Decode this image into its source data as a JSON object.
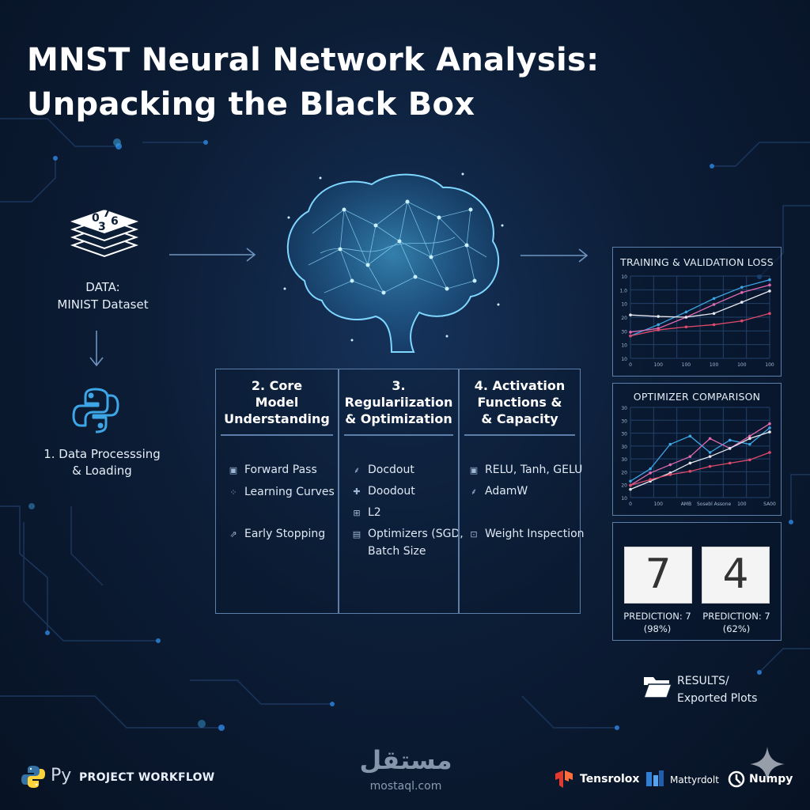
{
  "title": {
    "line1": "MNST Neural Network Analysis:",
    "line2": "Unpacking the Black Box"
  },
  "data_node": {
    "icon": "stacked-digits-icon",
    "digits": [
      "0",
      "7",
      "3",
      "6"
    ],
    "label_line1": "DATA:",
    "label_line2": "MINIST Dataset"
  },
  "step1": {
    "icon": "python-logo-icon",
    "line1": "1. Data Processsing",
    "line2": "& Loading"
  },
  "columns": [
    {
      "head": [
        "2. Core",
        "Model",
        "Understanding"
      ],
      "items": [
        {
          "icon": "forward-pass-icon",
          "text": "Forward Pass"
        },
        {
          "icon": "learning-curves-icon",
          "text": "Learning Curves"
        },
        {
          "icon": "early-stopping-icon",
          "text": "Early Stopping"
        }
      ]
    },
    {
      "head": [
        "3. Regulariization",
        "& Optimization"
      ],
      "items": [
        {
          "icon": "dropout-icon",
          "text": "Docdout"
        },
        {
          "icon": "dropout-plus-icon",
          "text": "Doodout"
        },
        {
          "icon": "l2-icon",
          "text": "L2"
        },
        {
          "icon": "optimizer-icon",
          "text": "Optimizers (SGD,",
          "text2": "Batch Size"
        }
      ]
    },
    {
      "head": [
        "4. Activation",
        "Functions &",
        "& Capacity"
      ],
      "items": [
        {
          "icon": "activation-icon",
          "text": "RELU, Tanh, GELU"
        },
        {
          "icon": "adamw-icon",
          "text": "AdamW"
        },
        {
          "icon": "weight-icon",
          "text": "Weight Inspection"
        }
      ]
    }
  ],
  "charts": {
    "loss": {
      "title": "TRAINING & VALIDATION LOSS",
      "yticks": [
        "10",
        "1.0",
        "10",
        "20",
        "30",
        "10",
        "10"
      ],
      "xticks": [
        "0",
        "100",
        "100",
        "100",
        "100",
        "100"
      ]
    },
    "optimizer": {
      "title": "OPTIMIZER COMPARISON",
      "yticks": [
        "30",
        "30",
        "30",
        "30",
        "30",
        "20",
        "20",
        "10"
      ],
      "xticks": [
        "0",
        "100",
        "AMB",
        "Sosebl Assone",
        "100",
        "SA00"
      ]
    }
  },
  "chart_data": [
    {
      "type": "line",
      "title": "TRAINING & VALIDATION LOSS",
      "x": [
        0,
        1,
        2,
        3,
        4,
        5
      ],
      "series": [
        {
          "values": [
            0.3,
            0.45,
            0.62,
            0.8,
            0.95,
            1.05
          ]
        },
        {
          "values": [
            0.35,
            0.4,
            0.55,
            0.72,
            0.88,
            0.98
          ]
        },
        {
          "values": [
            0.58,
            0.56,
            0.55,
            0.6,
            0.75,
            0.9
          ]
        },
        {
          "values": [
            0.3,
            0.38,
            0.42,
            0.45,
            0.5,
            0.6
          ]
        }
      ],
      "colors": [
        "#3ea6e6",
        "#e06ab0",
        "#e8e8f0",
        "#e04a6a"
      ]
    },
    {
      "type": "line",
      "title": "OPTIMIZER COMPARISON",
      "x": [
        0,
        1,
        2,
        3,
        4,
        5,
        6,
        7
      ],
      "series": [
        {
          "values": [
            0.2,
            0.35,
            0.65,
            0.75,
            0.55,
            0.7,
            0.65,
            0.85
          ]
        },
        {
          "values": [
            0.15,
            0.3,
            0.4,
            0.5,
            0.72,
            0.6,
            0.75,
            0.9
          ]
        },
        {
          "values": [
            0.1,
            0.2,
            0.3,
            0.42,
            0.5,
            0.6,
            0.72,
            0.8
          ]
        },
        {
          "values": [
            0.15,
            0.22,
            0.28,
            0.32,
            0.38,
            0.42,
            0.46,
            0.55
          ]
        }
      ],
      "colors": [
        "#3ea6e6",
        "#e06ab0",
        "#e8e8f0",
        "#e04a6a"
      ]
    }
  ],
  "predictions": [
    {
      "digit": "7",
      "label": "PREDICTION: 7",
      "conf": "(98%)"
    },
    {
      "digit": "4",
      "label": "PREDICTION: 7",
      "conf": "(62%)"
    }
  ],
  "results": {
    "icon": "folder-icon",
    "line1": "RESULTS/",
    "line2": "Exported Plots"
  },
  "footer": {
    "py_text": "Py",
    "workflow": "PROJECT WORKFLOW",
    "watermark_ar": "مستقل",
    "watermark": "mostaql.com",
    "libs": [
      {
        "icon": "tensorflow-logo-icon",
        "name": "Tensrolox",
        "color": "#e23a2e"
      },
      {
        "icon": "matplotlib-logo-icon",
        "name": "Mattyrdolt",
        "color": "#2f7fd6"
      },
      {
        "icon": "numpy-logo-icon",
        "name": "Numpy",
        "color": "#ffffff"
      }
    ]
  },
  "colors": {
    "accent": "#3ea6e6",
    "brain": "#4fc3f7",
    "border": "#5b7fa8"
  }
}
